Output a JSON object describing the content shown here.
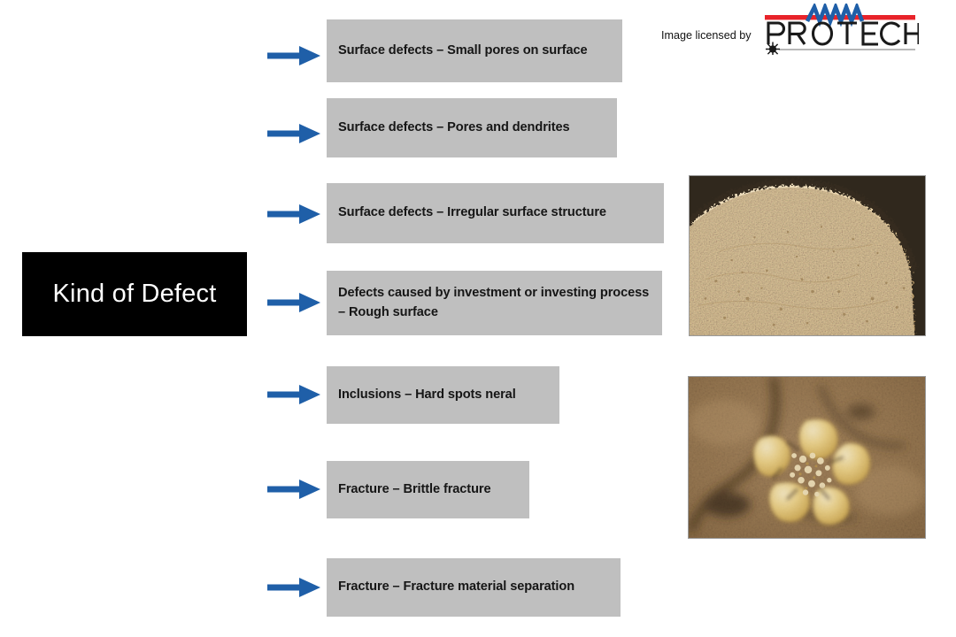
{
  "root": {
    "label": "Kind of Defect"
  },
  "branches": [
    {
      "label": "Surface defects – Small pores on surface"
    },
    {
      "label": "Surface defects – Pores and dendrites"
    },
    {
      "label": "Surface defects – Irregular surface structure"
    },
    {
      "label": "Defects caused by investment or investing process – Rough surface"
    },
    {
      "label": "Inclusions – Hard spots neral"
    },
    {
      "label": "Fracture – Brittle fracture"
    },
    {
      "label": "Fracture – Fracture material separation"
    }
  ],
  "credit": {
    "text": "Image licensed by"
  },
  "logo": {
    "wordmark": "PROTECH",
    "bar_color": "#e8232a",
    "wave_color": "#1f5fa8",
    "text_color": "#1a1a1a"
  },
  "photos": [
    {
      "name": "rough-surface-photo",
      "caption": "Rough granular casting surface micrograph"
    },
    {
      "name": "hard-spot-inclusion-photo",
      "caption": "Flower-shaped hard spot inclusion micrograph"
    }
  ],
  "colors": {
    "arrow": "#1f5fa8",
    "box_fill": "#bfbfbf",
    "box_text": "#161616",
    "root_fill": "#000000",
    "root_text": "#ffffff",
    "background": "#ffffff"
  }
}
